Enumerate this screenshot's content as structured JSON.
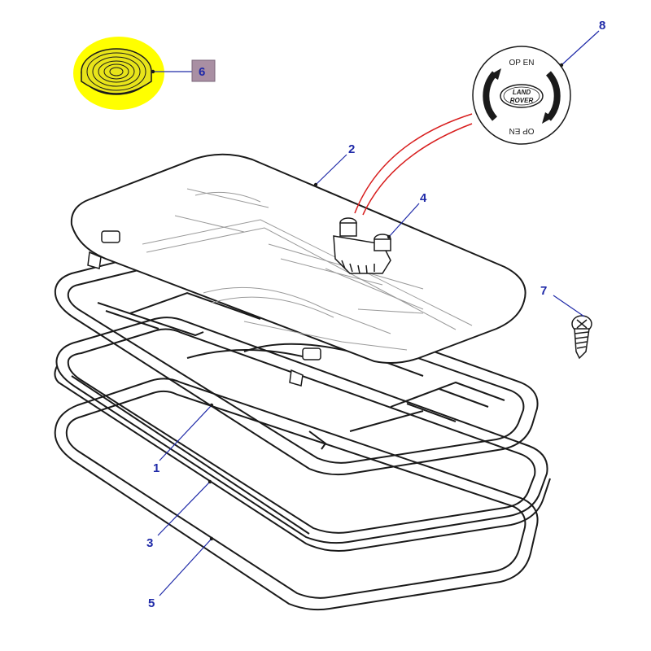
{
  "callouts": {
    "c1": "1",
    "c2": "2",
    "c3": "3",
    "c4": "4",
    "c5": "5",
    "c6": "6",
    "c7": "7",
    "c8": "8"
  },
  "emblem": {
    "open_top": "OP EN",
    "open_bottom": "OP EN",
    "logo_line1": "LAND",
    "logo_line2": "ROVER"
  },
  "colors": {
    "line": "#1a1a1a",
    "callout_text": "#1f2aa8",
    "leader": "#1f2aa8",
    "highlight": "#ffff00",
    "badge_bg": "#a98fa3",
    "badge_text": "#1f2aa8",
    "red_link": "#d81e1e"
  }
}
